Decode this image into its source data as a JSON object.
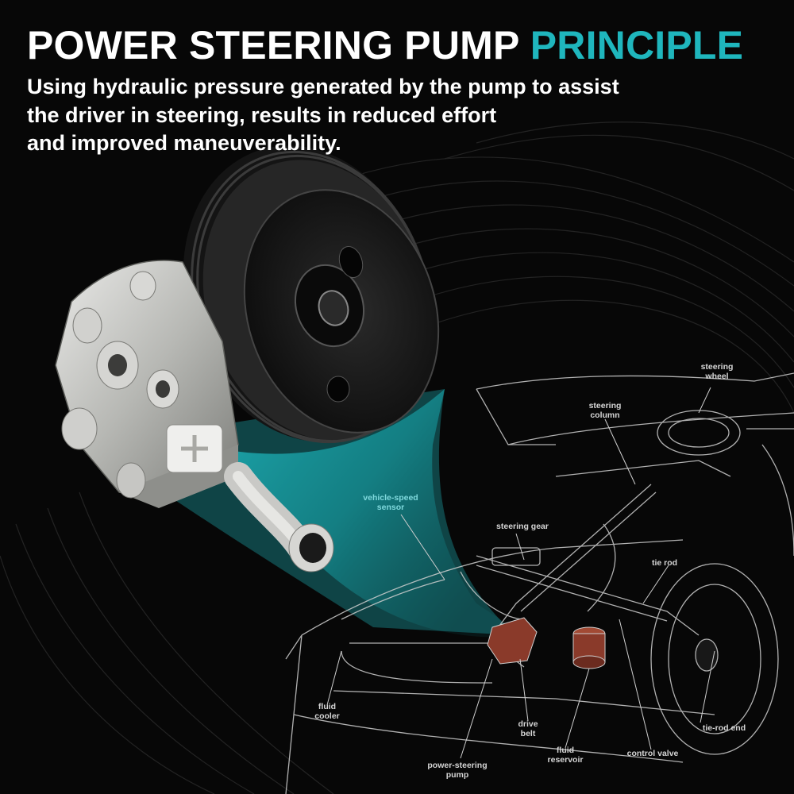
{
  "header": {
    "title_main": "POWER STEERING PUMP",
    "title_accent": "PRINCIPLE",
    "subtitle_lines": [
      "Using hydraulic pressure generated by the pump to assist",
      "the driver in steering, results in reduced effort",
      "and improved maneuverability."
    ]
  },
  "diagram_labels": {
    "steering_wheel": [
      "steering",
      "wheel"
    ],
    "steering_column": [
      "steering",
      "column"
    ],
    "vehicle_speed_sensor": [
      "vehicle-speed",
      "sensor"
    ],
    "steering_gear": [
      "steering gear"
    ],
    "tie_rod": [
      "tie rod"
    ],
    "fluid_cooler": [
      "fluid",
      "cooler"
    ],
    "drive_belt": [
      "drive",
      "belt"
    ],
    "fluid_reservoir": [
      "fluid",
      "reservoir"
    ],
    "control_valve": [
      "control valve"
    ],
    "tie_rod_end": [
      "tie-rod end"
    ],
    "power_steering_pump": [
      "power-steering",
      "pump"
    ]
  },
  "colors": {
    "accent": "#1fb6bd",
    "background": "#070707",
    "highlight_part": "#8a3a2a"
  }
}
